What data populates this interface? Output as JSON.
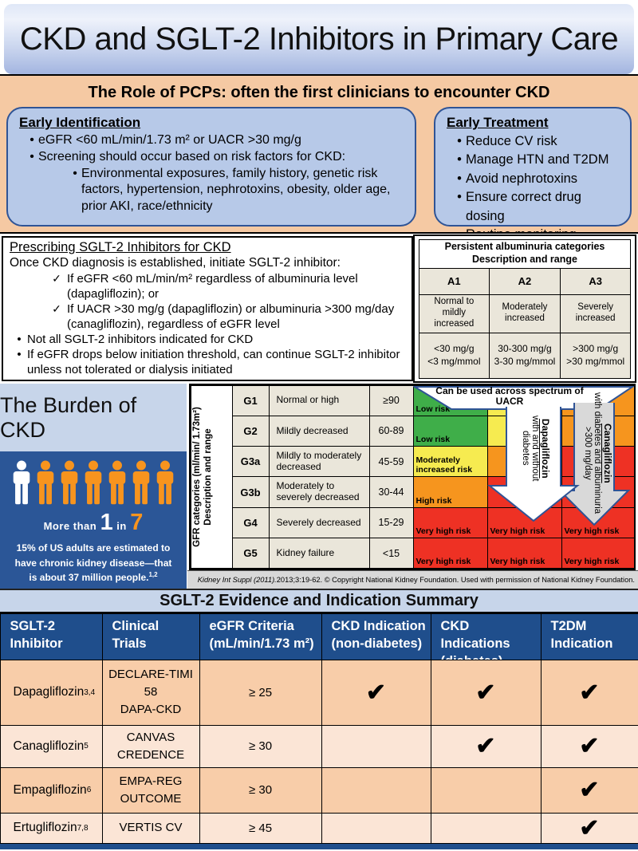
{
  "title": "CKD and SGLT-2 Inhibitors in Primary Care",
  "pcp_section": {
    "heading": "The Role of PCPs: often the first clinicians to encounter CKD",
    "early_identification": {
      "title": "Early Identification",
      "bullets": [
        "eGFR <60 mL/min/1.73 m² or UACR >30 mg/g",
        "Screening should occur based on risk factors for CKD:"
      ],
      "sub_bullet": "Environmental exposures, family history, genetic risk factors, hypertension, nephrotoxins, obesity, older age, prior AKI, race/ethnicity"
    },
    "early_treatment": {
      "title": "Early Treatment",
      "bullets": [
        "Reduce CV risk",
        "Manage HTN and T2DM",
        "Avoid nephrotoxins",
        "Ensure correct drug dosing",
        "Routine monitoring"
      ]
    }
  },
  "prescribing": {
    "title": "Prescribing SGLT-2 Inhibitors for CKD",
    "intro": "Once CKD diagnosis is established, initiate SGLT-2 inhibitor:",
    "check_glyph": "✓",
    "bullet_glyph": "•",
    "check_items": [
      "If eGFR <60 mL/min/m² regardless of albuminuria level (dapagliflozin); or",
      "If UACR >30 mg/g (dapagliflozin) or albuminuria >300 mg/day (canagliflozin), regardless of eGFR level"
    ],
    "bullet_items": [
      "Not all SGLT-2 inhibitors indicated for CKD",
      "If eGFR drops below initiation threshold, can continue SGLT-2 inhibitor unless not tolerated or dialysis initiated"
    ]
  },
  "albuminuria_table": {
    "header": "Persistent albuminuria categories\nDescription and range",
    "columns": [
      {
        "code": "A1",
        "description": "Normal to mildly increased",
        "range": "<30 mg/g\n<3 mg/mmol"
      },
      {
        "code": "A2",
        "description": "Moderately increased",
        "range": "30-300 mg/g\n3-30 mg/mmol"
      },
      {
        "code": "A3",
        "description": "Severely increased",
        "range": ">300 mg/g\n>30 mg/mmol"
      }
    ]
  },
  "burden": {
    "title": "The Burden of CKD",
    "figures_total": 7,
    "figures_highlighted": 1,
    "stat_prefix": "More than",
    "stat_numerator": "1",
    "stat_conjunction": "in",
    "stat_denominator": "7",
    "description": "15% of US adults are estimated to have chronic kidney disease—that is about 37 million people.",
    "description_sup": "1,2"
  },
  "gfr_table": {
    "axis_label": "GFR categories (ml/min/ 1.73m²)\nDescription and range",
    "rows": [
      {
        "code": "G1",
        "description": "Normal or high",
        "range": "≥90"
      },
      {
        "code": "G2",
        "description": "Mildly decreased",
        "range": "60-89"
      },
      {
        "code": "G3a",
        "description": "Mildly to moderately decreased",
        "range": "45-59"
      },
      {
        "code": "G3b",
        "description": "Moderately to severely decreased",
        "range": "30-44"
      },
      {
        "code": "G4",
        "description": "Severely decreased",
        "range": "15-29"
      },
      {
        "code": "G5",
        "description": "Kidney failure",
        "range": "<15"
      }
    ]
  },
  "risk_heatmap": {
    "note_line1": "Can be used across spectrum of",
    "note_line2": "UACR",
    "colors": {
      "green": "#3FAE49",
      "yellow": "#F6EB50",
      "orange": "#F6951E",
      "red": "#EE3124"
    },
    "rows": [
      [
        {
          "color": "green",
          "label": "Low risk"
        },
        {
          "color": "yellow",
          "label": ""
        },
        {
          "color": "orange",
          "label": ""
        }
      ],
      [
        {
          "color": "green",
          "label": "Low risk"
        },
        {
          "color": "yellow",
          "label": ""
        },
        {
          "color": "orange",
          "label": ""
        }
      ],
      [
        {
          "color": "yellow",
          "label": "Moderately increased risk"
        },
        {
          "color": "orange",
          "label": ""
        },
        {
          "color": "red",
          "label": ""
        }
      ],
      [
        {
          "color": "orange",
          "label": "High risk"
        },
        {
          "color": "red",
          "label": ""
        },
        {
          "color": "red",
          "label": ""
        }
      ],
      [
        {
          "color": "red",
          "label": "Very high risk"
        },
        {
          "color": "red",
          "label": "Very high risk"
        },
        {
          "color": "red",
          "label": "Very high risk"
        }
      ],
      [
        {
          "color": "red",
          "label": "Very high risk"
        },
        {
          "color": "red",
          "label": "Very high risk"
        },
        {
          "color": "red",
          "label": "Very high risk"
        }
      ]
    ],
    "arrows": [
      {
        "drug": "Dapagliflozin",
        "caption": "with and without diabetes",
        "fill": "#FFFFFF"
      },
      {
        "drug": "Canagliflozin",
        "caption": "with diabetes and albuminuria >300 mg/day",
        "fill": "#D9D9D9"
      }
    ]
  },
  "citation": {
    "source_italic": "Kidney Int Suppl (2011).",
    "source_rest": " 2013;3:19-62. © Copyright National Kidney Foundation. Used with permission of National Kidney Foundation."
  },
  "summary_table": {
    "title": "SGLT-2 Evidence and Indication Summary",
    "columns": [
      "SGLT-2\nInhibitor",
      "Clinical Trials",
      "eGFR Criteria\n(mL/min/1.73 m²)",
      "CKD Indication\n(non-diabetes)",
      "CKD Indications\n(diabetes)",
      "T2DM\nIndication"
    ],
    "rows": [
      {
        "drug": "Dapagliflozin",
        "sup": "3,4",
        "trials": "DECLARE-TIMI 58\nDAPA-CKD",
        "egfr": "≥ 25",
        "ckd_nondiabetes": "✔",
        "ckd_diabetes": "✔",
        "t2dm": "✔"
      },
      {
        "drug": "Canagliflozin",
        "sup": "5",
        "trials": "CANVAS\nCREDENCE",
        "egfr": "≥ 30",
        "ckd_nondiabetes": "",
        "ckd_diabetes": "✔",
        "t2dm": "✔"
      },
      {
        "drug": "Empagliflozin",
        "sup": "6",
        "trials": "EMPA-REG\nOUTCOME",
        "egfr": "≥ 30",
        "ckd_nondiabetes": "",
        "ckd_diabetes": "",
        "t2dm": "✔"
      },
      {
        "drug": "Ertugliflozin",
        "sup": "7,8",
        "trials": "VERTIS CV",
        "egfr": "≥ 45",
        "ckd_nondiabetes": "",
        "ckd_diabetes": "",
        "t2dm": "✔"
      }
    ]
  },
  "colors": {
    "navy_header": "#1F4E8C",
    "peach_section": "#F5C9A3",
    "box_blue": "#B7C9E8",
    "box_border": "#2F5496",
    "burden_blue": "#2B5697",
    "figure_orange": "#F7941E",
    "band_light_blue": "#C7D5EA",
    "row_peach_dark": "#F8CDA9",
    "row_peach_light": "#FBE5D6",
    "cell_beige": "#EAE6DA",
    "caption_gray": "#D8D8D8"
  }
}
